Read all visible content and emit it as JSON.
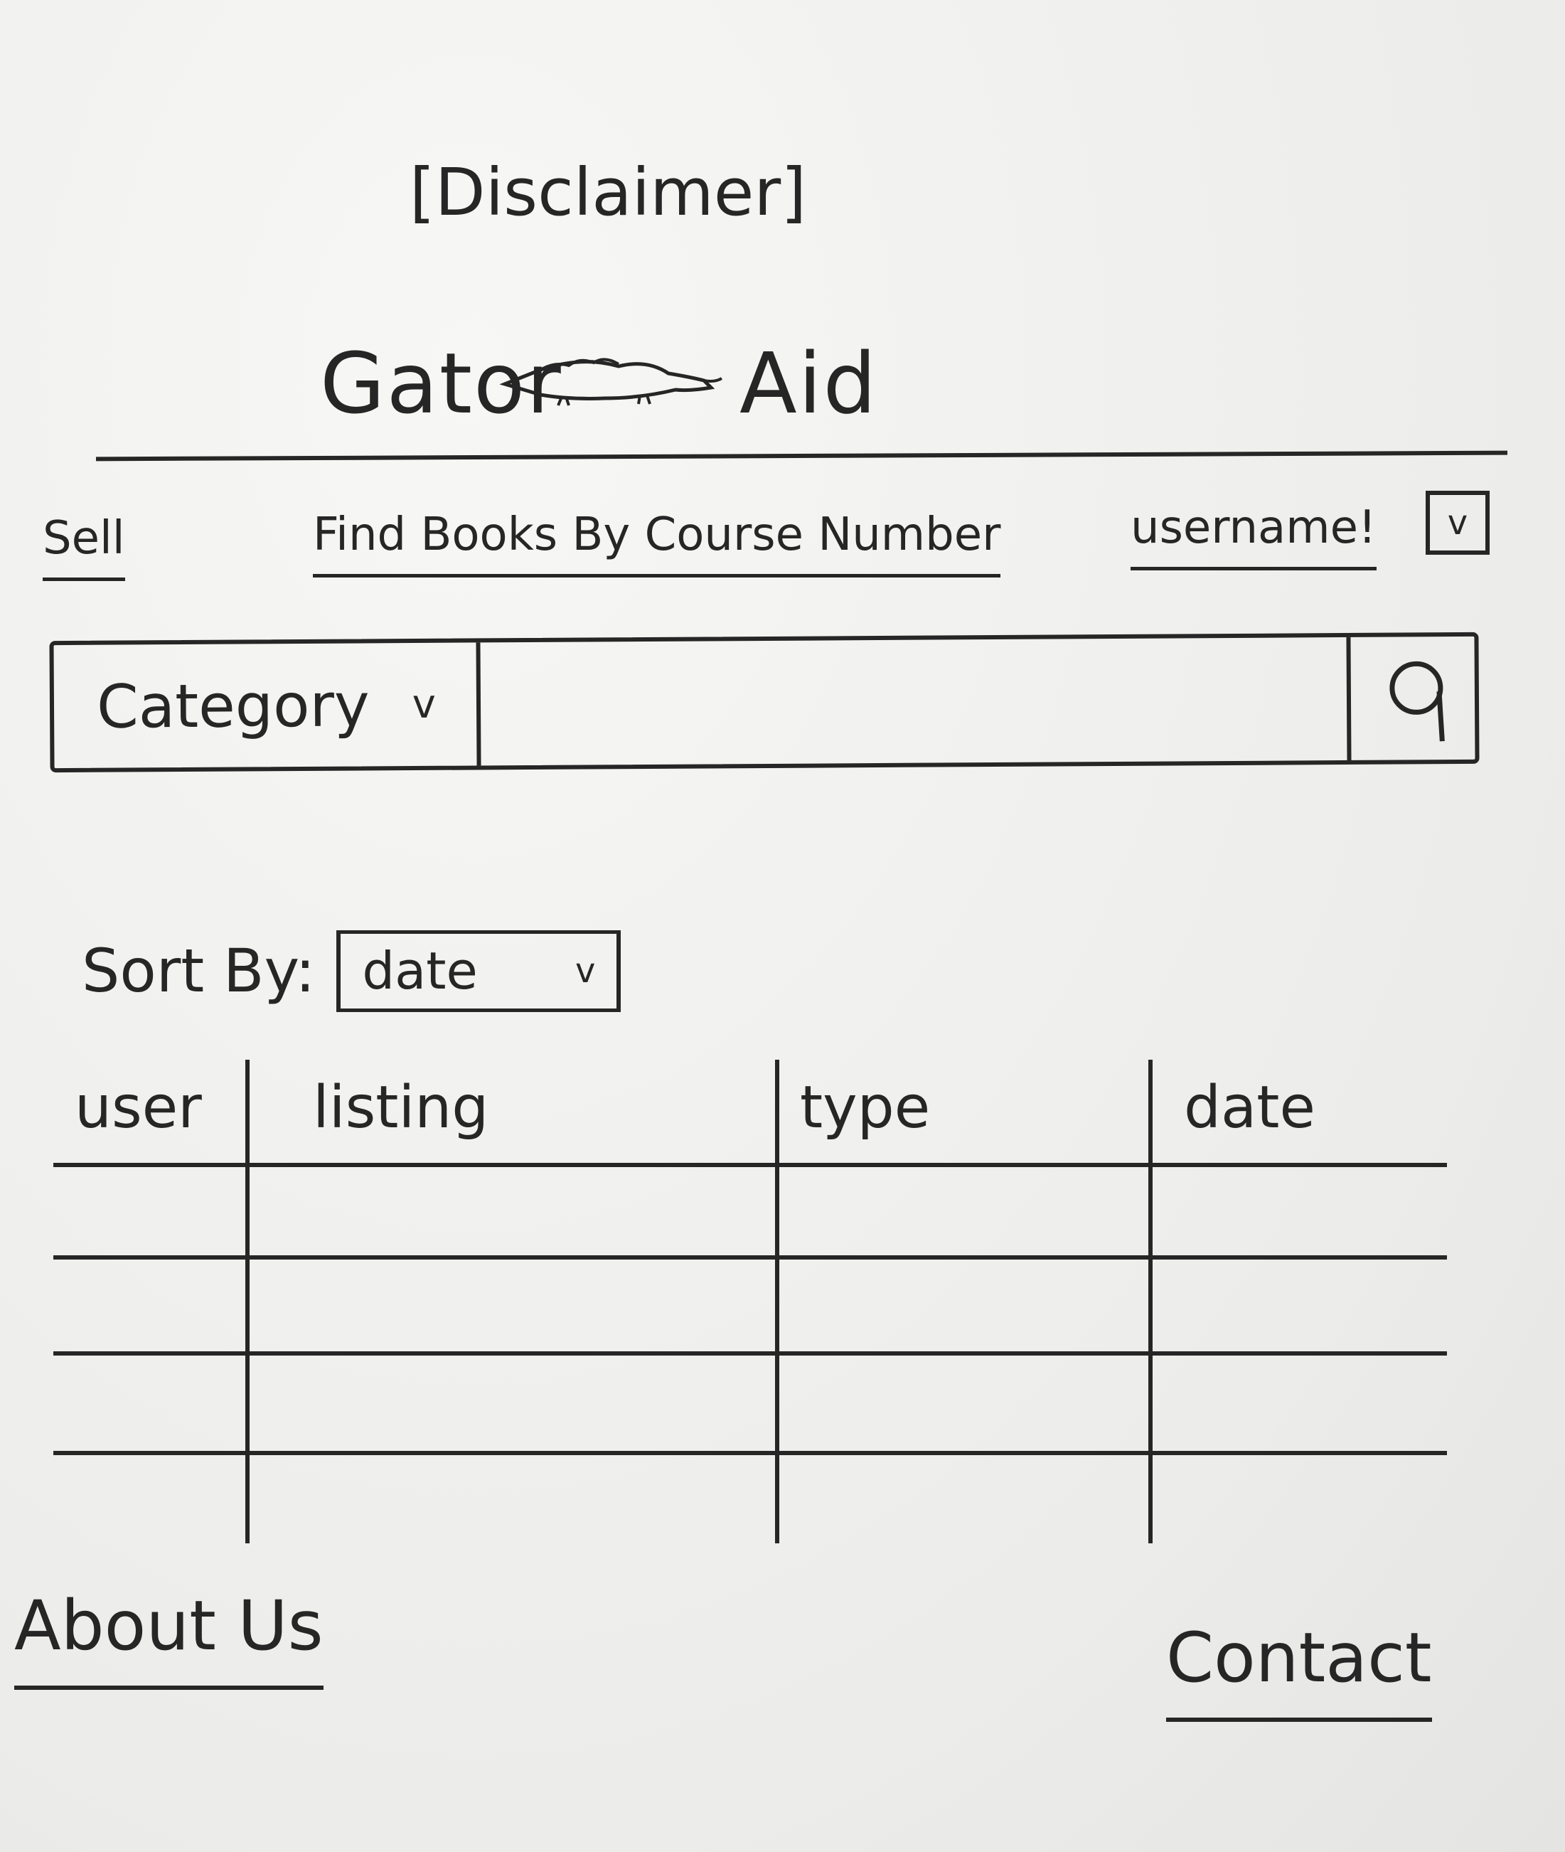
{
  "disclaimer": "[Disclaimer]",
  "logo": {
    "left_word": "Gator",
    "right_word": "Aid"
  },
  "nav": {
    "sell": "Sell",
    "find_books": "Find Books By Course Number",
    "username": "username!",
    "username_dropdown": "v"
  },
  "search": {
    "category_label": "Category",
    "category_chevron": "v",
    "query": "",
    "search_icon": "magnifier-icon"
  },
  "sort": {
    "label": "Sort By:",
    "selected": "date",
    "chevron": "v"
  },
  "table": {
    "columns": [
      "user",
      "listing",
      "type",
      "date"
    ],
    "rows": [
      [
        "",
        "",
        "",
        ""
      ],
      [
        "",
        "",
        "",
        ""
      ],
      [
        "",
        "",
        "",
        ""
      ],
      [
        "",
        "",
        "",
        ""
      ]
    ]
  },
  "footer": {
    "about": "About Us",
    "contact": "Contact"
  }
}
